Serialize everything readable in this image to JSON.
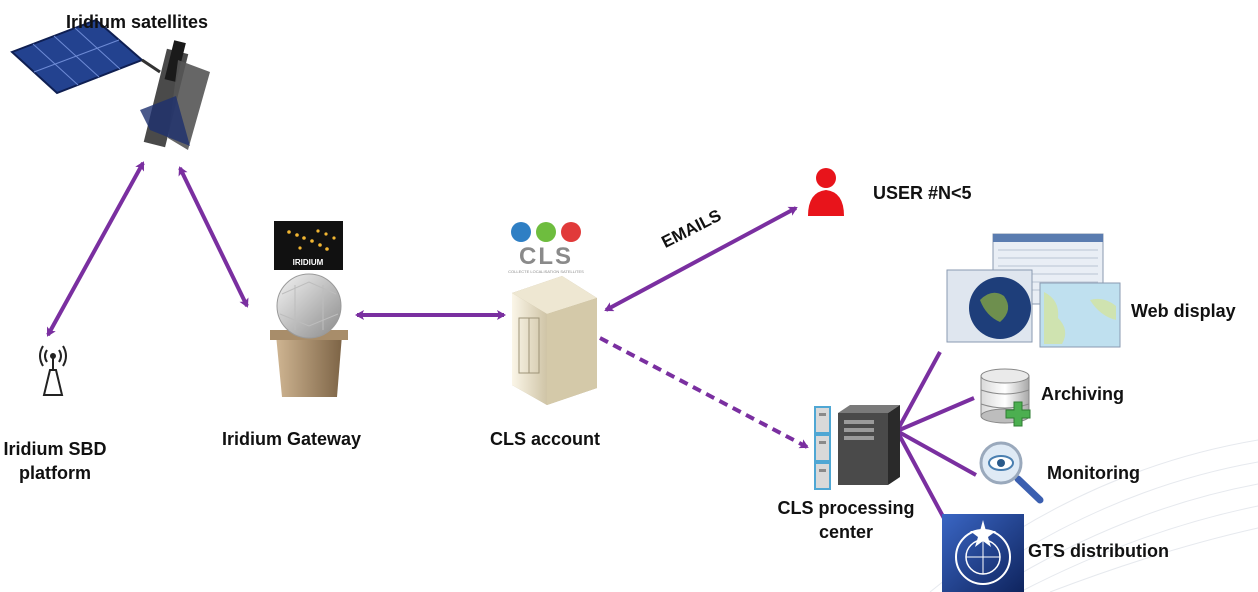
{
  "labels": {
    "satellites": "Iridium satellites",
    "platform_line1": "Iridium SBD",
    "platform_line2": "platform",
    "gateway": "Iridium Gateway",
    "cls_account": "CLS account",
    "emails": "EMAILS",
    "user": "USER #N<5",
    "processing_line1": "CLS processing",
    "processing_line2": "center",
    "web_display": "Web display",
    "archiving": "Archiving",
    "monitoring": "Monitoring",
    "gts": "GTS distribution"
  },
  "logos": {
    "iridium_text": "IRIDIUM",
    "cls_text": "CLS",
    "cls_subtext": "COLLECTE LOCALISATION SATELLITES"
  },
  "colors": {
    "arrow": "#7a2fa0",
    "user": "#e8141b",
    "panel": "#1b3a8a",
    "logo_dark": "#111111",
    "iridium_dots": "#f2b632"
  },
  "icons": [
    "satellite-icon",
    "antenna-icon",
    "iridium-logo",
    "gateway-dome-icon",
    "cls-logo",
    "server-icon",
    "user-icon",
    "processing-server-icon",
    "web-display-screens",
    "database-add-icon",
    "monitoring-magnifier-icon",
    "wmo-logo"
  ]
}
